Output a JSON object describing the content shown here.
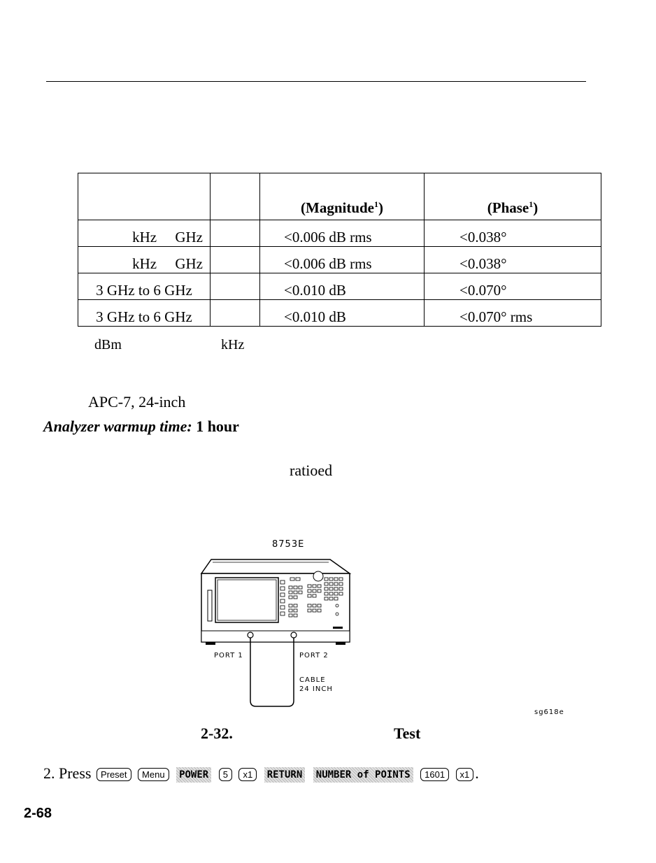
{
  "table": {
    "header": [
      "",
      "",
      "(Magnitude",
      "(Phase"
    ],
    "header_sup": "1",
    "rows": [
      [
        "kHz     GHz",
        "",
        "<0.006 dB rms",
        "<0.038°"
      ],
      [
        "kHz     GHz",
        "",
        "<0.006 dB rms",
        "<0.038°"
      ],
      [
        "3 GHz to 6 GHz",
        "",
        "<0.010 dB",
        "<0.070°"
      ],
      [
        "3 GHz to 6 GHz",
        "",
        "<0.010 dB",
        "<0.070° rms"
      ]
    ]
  },
  "footnote": {
    "dbm": "dBm",
    "khz": "kHz"
  },
  "cable": "APC-7, 24-inch",
  "warmup": {
    "label": "Analyzer warmup time:",
    "value": "1 hour"
  },
  "ratioed": "ratioed",
  "figure": {
    "model": "8753E",
    "port1": "PORT 1",
    "port2": "PORT 2",
    "cable_line1": "CABLE",
    "cable_line2": "24 INCH",
    "code": "sg618e",
    "caption_num": "2-32.",
    "caption_word": "Test"
  },
  "step": {
    "num": "2.",
    "press": "Press",
    "keys": [
      "Preset",
      "Menu"
    ],
    "soft1": "POWER",
    "k5": "5",
    "kx1a": "x1",
    "soft2": "RETURN",
    "soft3": "NUMBER of POINTS",
    "k1601": "1601",
    "kx1b": "x1",
    "end": "."
  },
  "page_number": "2-68"
}
